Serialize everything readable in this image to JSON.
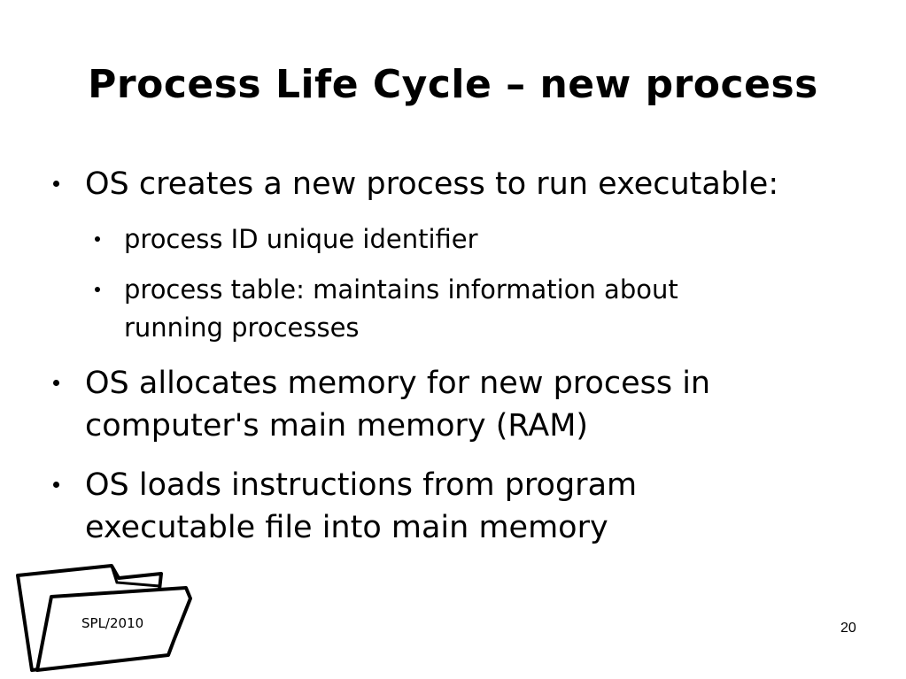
{
  "slide": {
    "title": "Process Life Cycle – new process",
    "bullets": [
      {
        "text": "OS creates a new process to run executable:",
        "sub": [
          {
            "lines": [
              "process ID unique identifier"
            ]
          },
          {
            "lines": [
              "process table: maintains information about",
              "running processes"
            ]
          }
        ]
      },
      {
        "lines": [
          "OS allocates memory for new process in",
          "computer's main memory (RAM)"
        ]
      },
      {
        "lines": [
          "OS loads instructions from program",
          "executable file into main memory"
        ]
      }
    ],
    "footer": {
      "label": "SPL/2010",
      "page_number": "20"
    }
  },
  "icons": {
    "folder": "folder-icon"
  }
}
